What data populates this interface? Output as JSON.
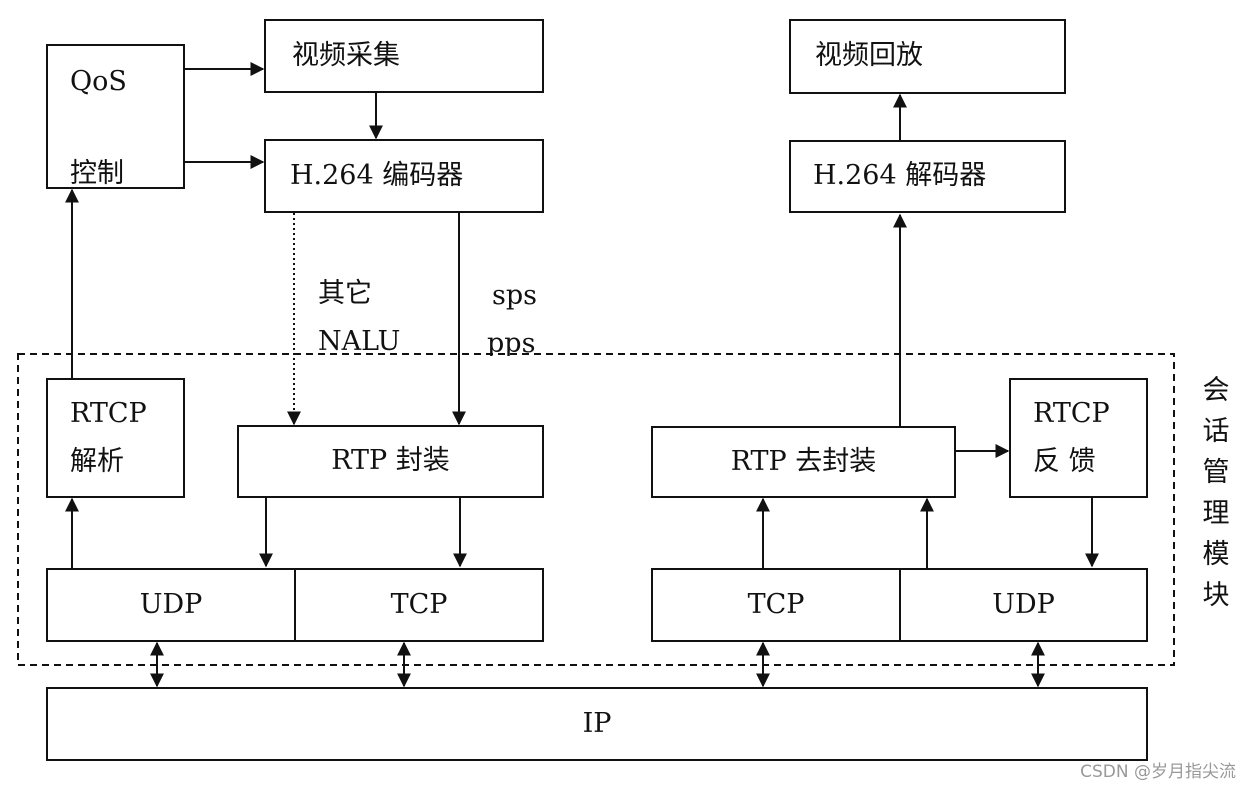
{
  "boxes": {
    "qos_title": "QoS",
    "qos_sub": "控制",
    "video_capture": "视频采集",
    "h264_encoder": "H.264 编码器",
    "video_playback": "视频回放",
    "h264_decoder": "H.264 解码器",
    "rtcp_parse_line1": "RTCP",
    "rtcp_parse_line2": "解析",
    "rtp_pack": "RTP 封装",
    "rtp_unpack": "RTP 去封装",
    "rtcp_feedback_line1": "RTCP",
    "rtcp_feedback_line2": "反 馈",
    "udp_left": "UDP",
    "tcp_left": "TCP",
    "tcp_right": "TCP",
    "udp_right": "UDP",
    "ip": "IP"
  },
  "annotations": {
    "other_line1": "其它",
    "other_line2": "NALU",
    "sps": "sps",
    "pps": "pps"
  },
  "module_label": [
    "会",
    "话",
    "管",
    "理",
    "模",
    "块"
  ],
  "watermark": "CSDN @岁月指尖流"
}
